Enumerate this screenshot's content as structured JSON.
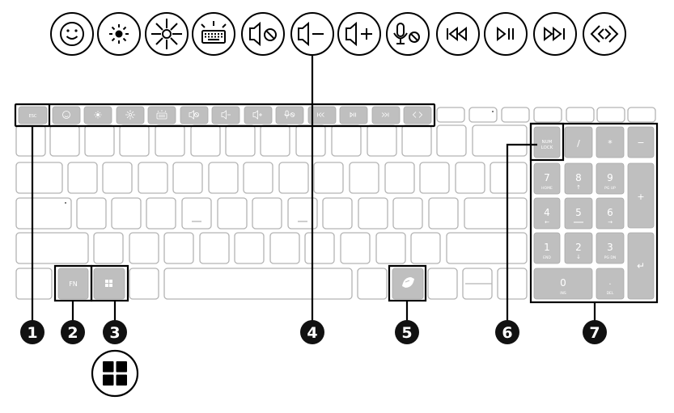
{
  "key_labels": {
    "esc": "ESC",
    "fn": "FN",
    "num_lock_line1": "NUM",
    "num_lock_line2": "LOCK",
    "slash": "/",
    "asterisk": "*",
    "minus": "−",
    "plus": "+",
    "np7": "7",
    "np7_sub": "HOME",
    "np8": "8",
    "np8_sub": "↑",
    "np9": "9",
    "np9_sub": "PG UP",
    "np4": "4",
    "np4_sub": "←",
    "np5": "5",
    "np6": "6",
    "np6_sub": "→",
    "np1": "1",
    "np1_sub": "END",
    "np2": "2",
    "np2_sub": "↓",
    "np3": "3",
    "np3_sub": "PG DN",
    "np0": "0",
    "np0_sub": "INS",
    "npdot": ".",
    "npdot_sub": "DEL",
    "enter": "↵"
  },
  "callouts": [
    "1",
    "2",
    "3",
    "4",
    "5",
    "6",
    "7"
  ],
  "function_icons": [
    "smiley-icon",
    "brightness-down-icon",
    "brightness-up-icon",
    "keyboard-backlight-icon",
    "mute-icon",
    "volume-down-icon",
    "volume-up-icon",
    "mic-mute-icon",
    "previous-track-icon",
    "play-pause-icon",
    "next-track-icon",
    "switch-icon"
  ],
  "colors": {
    "key_fill": "#bfbfbf",
    "key_outline": "#a6a6a6",
    "highlight": "#000000",
    "callout": "#111111"
  }
}
